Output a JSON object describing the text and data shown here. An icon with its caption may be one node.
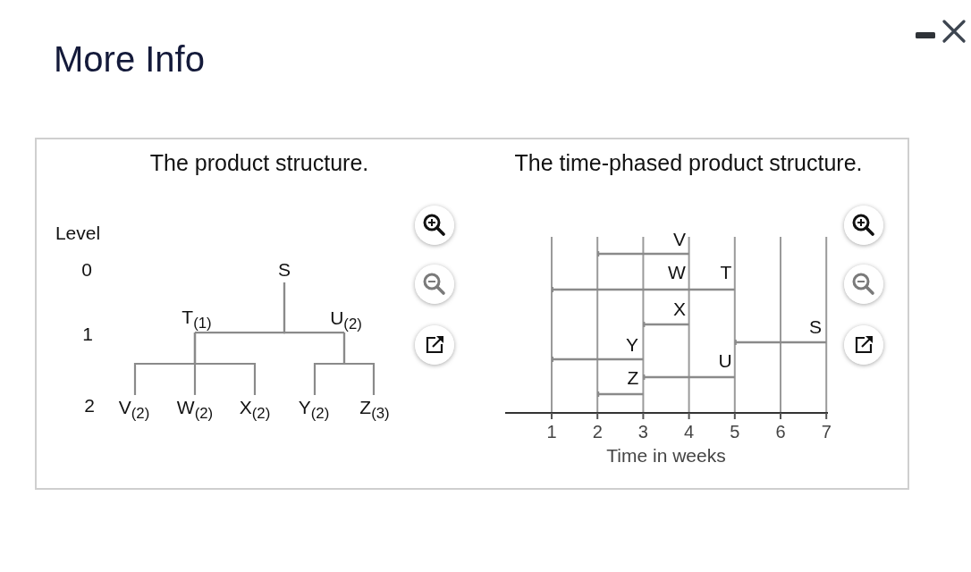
{
  "diagram": {
    "title": "More Info",
    "nodes": [
      {
        "text": [
          "S"
        ]
      },
      {
        "text": [
          "T$_{(1)}$"
        ]
      },
      {
        "text": [
          "U$_{(2)}$"
        ]
      },
      {
        "text": [
          "V$_{(2)}$"
        ]
      },
      {
        "text": [
          "W$_{(2)}$"
        ]
      },
      {
        "text": [
          "X$_{(2)}$"
        ]
      },
      {
        "text": [
          "Y$_{(2)}$"
        ]
      },
      {
        "text": [
          "Z$_{(3)}$"
        ]
      }
    ],
    "edges": [
      {
        "from": 0,
        "to": 1,
        "arrow": "none"
      },
      {
        "from": 0,
        "to": 2,
        "arrow": "none"
      },
      {
        "from": 1,
        "to": 3,
        "arrow": "none"
      },
      {
        "from": 1,
        "to": 4,
        "arrow": "none"
      },
      {
        "from": 1,
        "to": 5,
        "arrow": "none"
      },
      {
        "from": 2,
        "to": 6,
        "arrow": "none"
      },
      {
        "from": 2,
        "to": 7,
        "arrow": "none"
      }
    ],
    "labels": [
      "The product structure.",
      "The time-phased product structure.",
      "Level",
      "0",
      "1",
      "2",
      "V",
      "W",
      "T",
      "X",
      "S",
      "Y",
      "U",
      "Z",
      "1",
      "2",
      "3",
      "4",
      "5",
      "6",
      "7",
      "Time in weeks"
    ]
  }
}
